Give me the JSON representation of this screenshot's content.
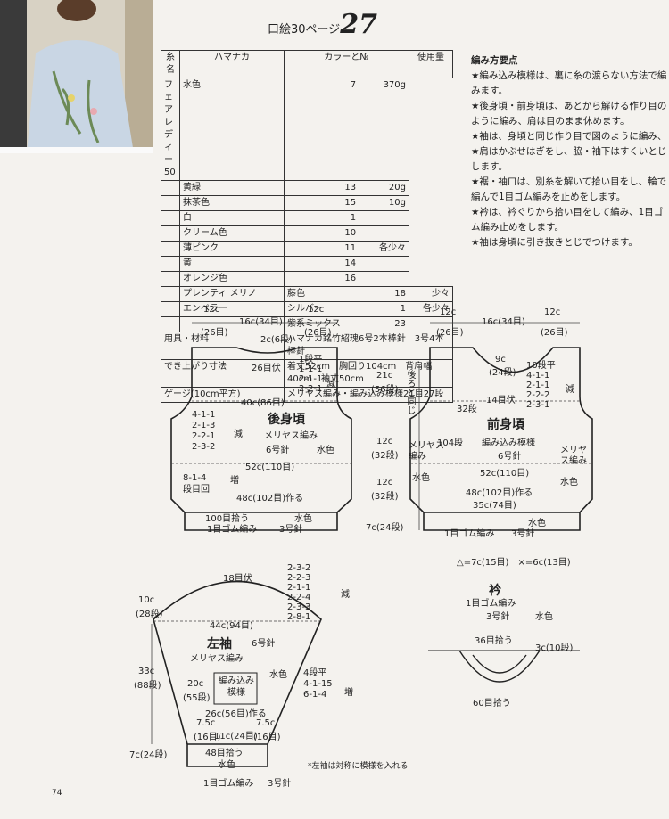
{
  "page_ref": {
    "prefix": "口絵30ページ",
    "number": "27"
  },
  "materials": {
    "head": {
      "brand": "ハマナカ",
      "color_no": "カラーと№",
      "usage": "使用量"
    },
    "yarn_label": "糸名",
    "rows": [
      {
        "yarn": "フェアレディー50",
        "color": "水色",
        "no": "7",
        "amt": "370g"
      },
      {
        "yarn": "",
        "color": "黄緑",
        "no": "13",
        "amt": "20g"
      },
      {
        "yarn": "",
        "color": "抹茶色",
        "no": "15",
        "amt": "10g"
      },
      {
        "yarn": "",
        "color": "白",
        "no": "1",
        "amt": ""
      },
      {
        "yarn": "",
        "color": "クリーム色",
        "no": "10",
        "amt": ""
      },
      {
        "yarn": "",
        "color": "薄ピンク",
        "no": "11",
        "amt": "各少々"
      },
      {
        "yarn": "",
        "color": "黄",
        "no": "14",
        "amt": ""
      },
      {
        "yarn": "",
        "color": "オレンジ色",
        "no": "16",
        "amt": ""
      },
      {
        "yarn": "プレンティ メリノ",
        "color": "藤色",
        "no": "18",
        "amt": "少々"
      },
      {
        "yarn": "エンペラー",
        "color": "シルバー",
        "no": "1",
        "amt": "各少々"
      },
      {
        "yarn": "",
        "color": "紫系ミックス",
        "no": "23",
        "amt": ""
      }
    ],
    "tools_label": "用具・材料",
    "tools": "ハマナカ銘竹紹瑰6号2本棒針　3号4本棒針",
    "size_label": "でき上がり寸法",
    "size": "着丈52cm　胸回り104cm　背肩幅40cm　袖丈50cm",
    "gauge_label": "ゲージ(10cm平方)",
    "gauge": "メリヤス編み・編み込み模様21目27段"
  },
  "notes": {
    "title": "編み方要点",
    "items": [
      "★編み込み模様は、裏に糸の渡らない方法で編みます。",
      "★後身頃・前身頃は、あとから解ける作り目のように編み、肩は目のまま休めます。",
      "★袖は、身頃と同じ作り目で図のように編み、",
      "★肩はかぶせはぎをし、脇・袖下はすくいとじします。",
      "★裾・袖口は、別糸を解いて拾い目をし、輪で編んで1目ゴム編みを止めをします。",
      "★衿は、衿ぐりから拾い目をして編み、1目ゴム編み止めをします。",
      "★袖は身頃に引き抜きとじでつけます。"
    ]
  },
  "back": {
    "title": "後身頃",
    "stitch": "メリヤス編み",
    "needle": "6号針",
    "color": "水色",
    "top_l": "12c",
    "top_l2": "(26目)",
    "top_m": "16c(34目)",
    "top_r": "12c",
    "top_r2": "(26目)",
    "neck": "2c(6段)",
    "rest": "26目伏",
    "neckdec": [
      "1段平",
      "1-1-1",
      "2-1-1",
      "2-2-1"
    ],
    "dec": "減",
    "width40": "40c(86目)",
    "armdec": [
      "4-1-1",
      "2-1-3",
      "2-2-1",
      "2-3-2"
    ],
    "width52": "52c(110目)",
    "inc": [
      "8-1-4",
      "段目回"
    ],
    "inc_lbl": "増",
    "width48": "48c(102目)作る",
    "pick": "100目拾う",
    "rib": "1目ゴム編み",
    "needle3": "3号針",
    "rib_color": "水色"
  },
  "front": {
    "title": "前身頃",
    "stitch": "編み込み模様",
    "needle": "6号針",
    "top_l": "12c",
    "top_l2": "(26目)",
    "top_m": "16c(34目)",
    "top_r": "12c",
    "top_r2": "(26目)",
    "neck": "9c",
    "neck2": "(24段)",
    "rest": "14目伏",
    "neckdec": [
      "10段平",
      "4-1-1",
      "2-1-1",
      "2-2-2",
      "2-3-1"
    ],
    "dec": "減",
    "side": "21c",
    "side2": "(56段)",
    "vert": "後ろと同じ",
    "mid": "32段",
    "mid104": "104段",
    "meri_l": "メリヤス編み",
    "color_l": "水色",
    "meri_r": "メリヤス編み",
    "color_r": "水色",
    "h12a": "12c",
    "h12a2": "(32段)",
    "h12b": "12c",
    "h12b2": "(32段)",
    "h7": "7c(24段)",
    "width52": "52c(110目)",
    "width48": "48c(102目)作る",
    "width35": "35c(74目)",
    "rib": "1目ゴム編み",
    "needle3": "3号針",
    "rib_color": "水色"
  },
  "legend": "△=7c(15目)　×=6c(13目)",
  "collar": {
    "title": "衿",
    "rib": "1目ゴム編み",
    "needle": "3号針",
    "color": "水色",
    "pick36": "36目拾う",
    "h": "3c(10段)",
    "pick60": "60目拾う"
  },
  "sleeve": {
    "title": "左袖",
    "stitch": "メリヤス編み",
    "needle": "6号針",
    "color": "水色",
    "top": "18目伏",
    "dec": [
      "2-3-2",
      "2-2-3",
      "2-1-1",
      "2-2-4",
      "2-3-3",
      "2-8-1"
    ],
    "dec_lbl": "減",
    "cap": "10c",
    "cap2": "(28段)",
    "width44": "44c(94目)",
    "h33": "33c",
    "h33b": "(88段)",
    "inc": [
      "4段平",
      "4-1-15",
      "6-1-4"
    ],
    "inc_lbl": "増",
    "pattern": "編み込み模様",
    "h20": "20c",
    "h20b": "(55段)",
    "width26": "26c(56目)作る",
    "w75a": "7.5c",
    "w75a2": "(16目)",
    "w11": "11c(24目)",
    "w75b": "7.5c",
    "w75b2": "(16目)",
    "h7": "7c(24段)",
    "pick": "48目拾う",
    "rib_color": "水色",
    "rib": "1目ゴム編み",
    "needle3": "3号針",
    "note": "*左袖は対称に模様を入れる"
  },
  "page_number": "74"
}
